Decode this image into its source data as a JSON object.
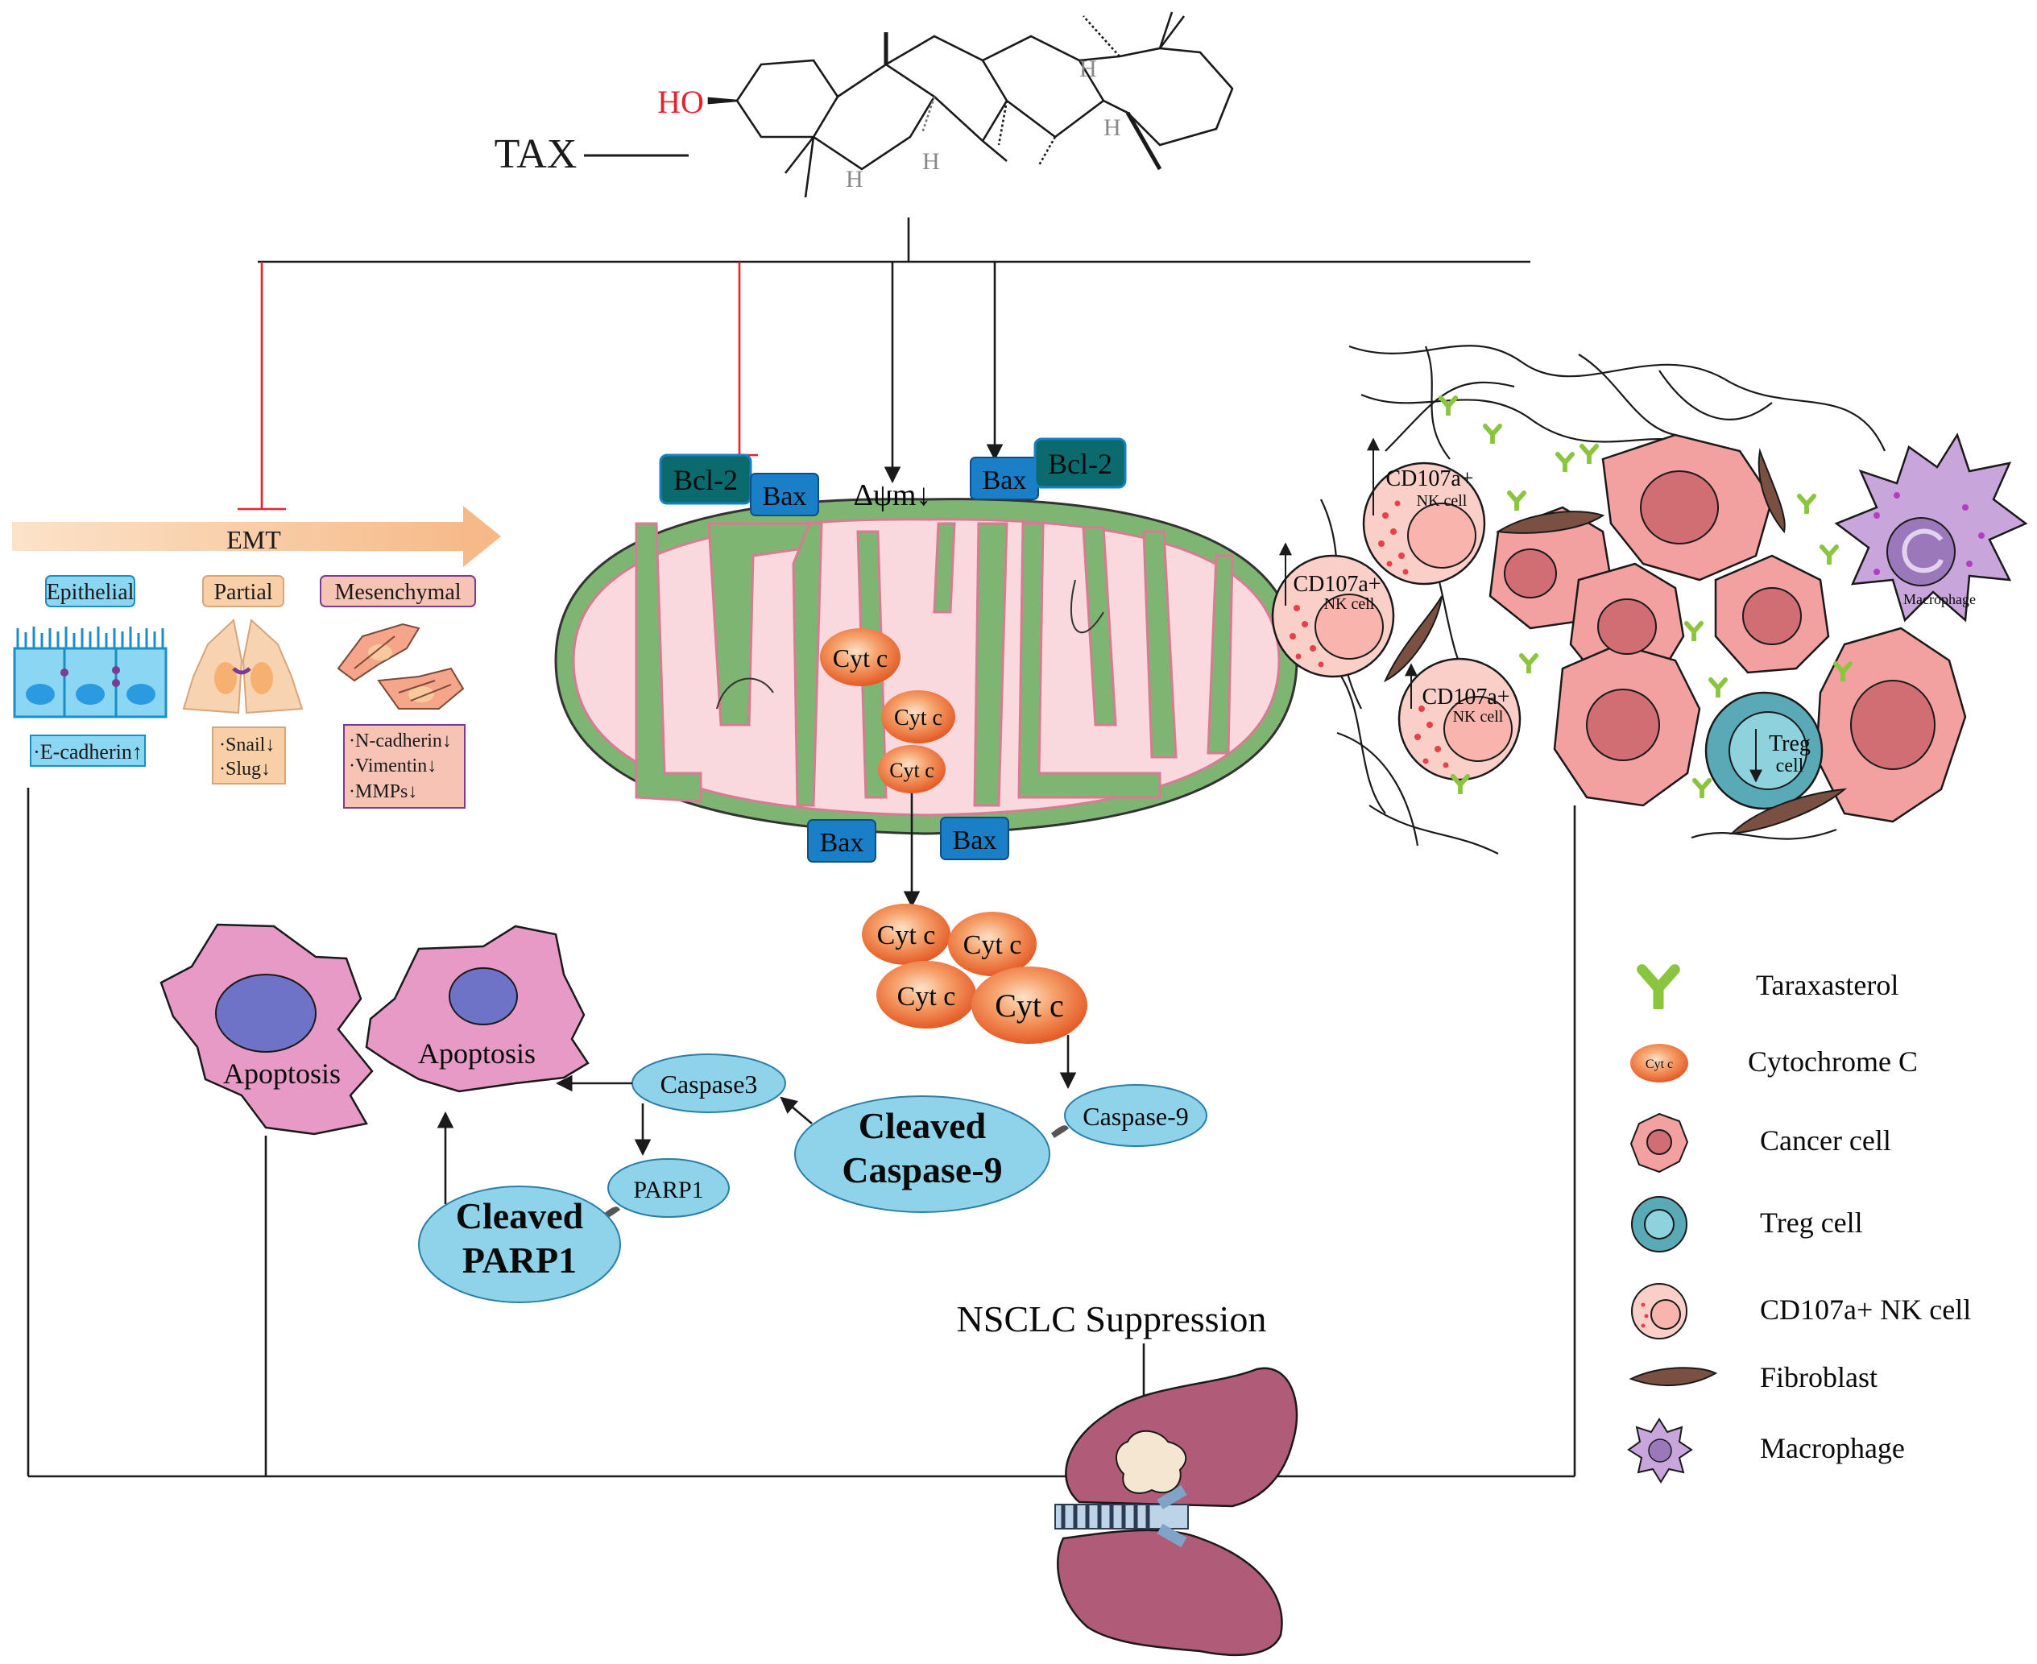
{
  "molecule": {
    "label": "TAX",
    "hydroxyl": "HO",
    "hydrogen": "H"
  },
  "emt": {
    "arrow_label": "EMT",
    "stages": {
      "epithelial": "Epithelial",
      "partial": "Partial",
      "mesenchymal": "Mesenchymal"
    },
    "markers": {
      "epithelial": [
        "·E-cadherin↑"
      ],
      "partial": [
        "·Snail↓",
        "·Slug↓"
      ],
      "mesenchymal": [
        "·N-cadherin↓",
        "·Vimentin↓",
        "·MMPs↓"
      ]
    }
  },
  "mitochondria": {
    "bcl2": "Bcl-2",
    "bax": "Bax",
    "membrane_potential": "Δψm↓",
    "cyt_c": "Cyt c"
  },
  "caspase_pathway": {
    "caspase9": "Caspase-9",
    "cleaved_caspase9": [
      "Cleaved",
      "Caspase-9"
    ],
    "caspase3": "Caspase3",
    "parp1": "PARP1",
    "cleaved_parp1": [
      "Cleaved",
      "PARP1"
    ],
    "apoptosis": "Apoptosis"
  },
  "tumor_microenv": {
    "nk_cell": [
      "CD107a+",
      "NK cell"
    ],
    "treg": [
      "Treg",
      "cell"
    ],
    "macrophage": "Macrophage"
  },
  "outcome": {
    "label": "NSCLC Suppression"
  },
  "legend": {
    "cyt_c_icon": "Cyt c",
    "items": [
      {
        "icon": "taraxasterol",
        "label": "Taraxasterol"
      },
      {
        "icon": "cytochrome",
        "label": "Cytochrome C"
      },
      {
        "icon": "cancer",
        "label": "Cancer cell"
      },
      {
        "icon": "treg",
        "label": "Treg cell"
      },
      {
        "icon": "nk",
        "label": "CD107a+ NK cell"
      },
      {
        "icon": "fibroblast",
        "label": "Fibroblast"
      },
      {
        "icon": "macrophage",
        "label": "Macrophage"
      }
    ]
  },
  "colors": {
    "inhibition": "#e8222a",
    "line": "#1a1a1a",
    "bax_box": "#1a7fc7",
    "bcl2_box": "#0b6a6e",
    "mito_outer": "#7fb572",
    "mito_inner": "#f9d8de",
    "cyt_c": "#ea6b35",
    "caspase": "#8fd3ea",
    "apoptosis_cell": "#e79ac6",
    "nucleus_blue": "#6f73c8",
    "cancer_cell": "#f2a0a0",
    "treg": "#5aa9b6",
    "macrophage": "#c8a5db",
    "fibroblast": "#7a5043",
    "taraxasterol": "#8bc53f",
    "lung": "#b05b78",
    "emt_arrow": "#f8cfa6"
  }
}
